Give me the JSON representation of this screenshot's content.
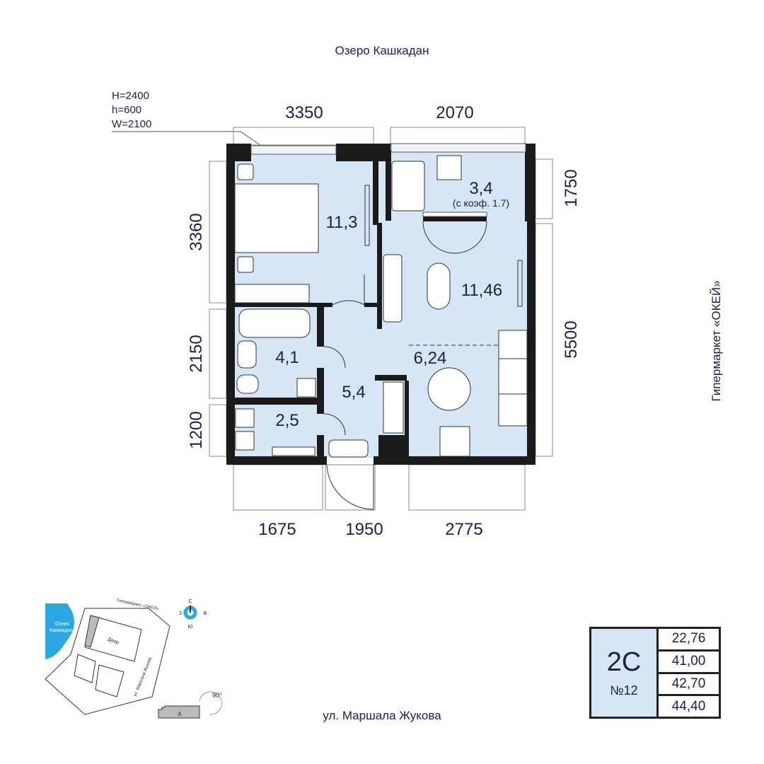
{
  "labels": {
    "top": "Озеро Кашкадан",
    "bottom": "ул. Маршала Жукова",
    "right": "Гипермаркет «ОКЕЙ»"
  },
  "window_spec": [
    "H=2400",
    "h=600",
    "W=2100"
  ],
  "dimensions": {
    "top": [
      "3350",
      "2070"
    ],
    "left": [
      "3360",
      "2150",
      "1200"
    ],
    "right": [
      "1750",
      "5500"
    ],
    "bottom": [
      "1675",
      "1950",
      "2775"
    ]
  },
  "rooms": {
    "bedroom": "11,3",
    "loggia": "3,4",
    "loggia_note": "(с коэф. 1.7)",
    "living": "11,46",
    "kitchen": "6,24",
    "hall": "5,4",
    "bathroom": "4,1",
    "utility": "2,5"
  },
  "site_map": {
    "lake": [
      "Озеро",
      "Кашкадан"
    ],
    "shop": "Гипермаркет «ОКЕЙ»",
    "street": "ул. Маршала Жукова",
    "yard": "Двор",
    "compass": {
      "n": "С",
      "s": "Ю",
      "w": "З",
      "e": "В"
    },
    "rotation": "90°",
    "section": "А"
  },
  "apartment": {
    "type": "2С",
    "number": "№12",
    "areas": [
      "22,76",
      "41,00",
      "42,70",
      "44,40"
    ]
  },
  "colors": {
    "room": "#d6e6f5",
    "wall": "#1a1a1a",
    "text": "#1f1d4d",
    "lake": "#2aa7df"
  }
}
